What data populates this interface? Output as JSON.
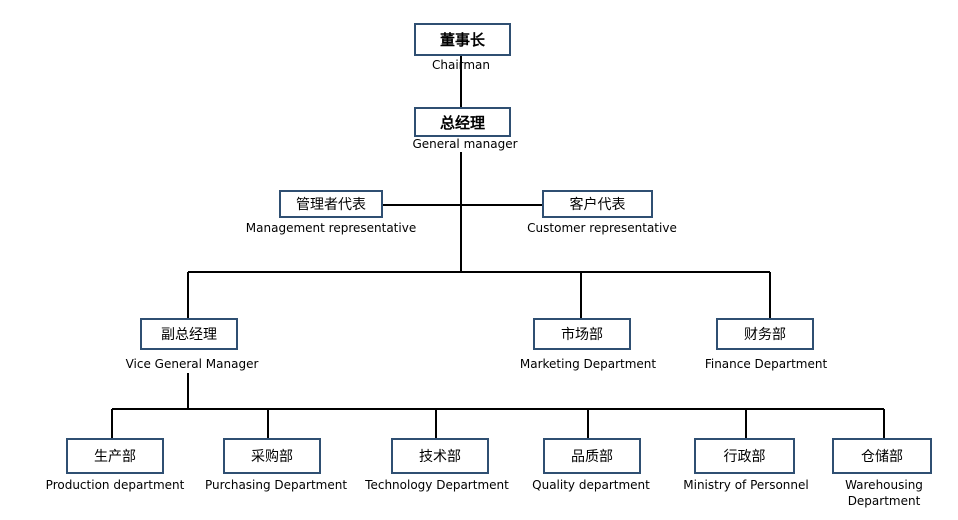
{
  "nodes": {
    "chairman": {
      "zh": "董事长",
      "en": "Chairman"
    },
    "general_manager": {
      "zh": "总经理",
      "en": "General manager"
    },
    "management_rep": {
      "zh": "管理者代表",
      "en": "Management representative"
    },
    "customer_rep": {
      "zh": "客户代表",
      "en": "Customer representative"
    },
    "vice_gm": {
      "zh": "副总经理",
      "en": "Vice General Manager"
    },
    "marketing": {
      "zh": "市场部",
      "en": "Marketing Department"
    },
    "finance": {
      "zh": "财务部",
      "en": "Finance Department"
    },
    "production": {
      "zh": "生产部",
      "en": "Production department"
    },
    "purchasing": {
      "zh": "采购部",
      "en": "Purchasing Department"
    },
    "technology": {
      "zh": "技术部",
      "en": "Technology Department"
    },
    "quality": {
      "zh": "品质部",
      "en": "Quality department"
    },
    "personnel": {
      "zh": "行政部",
      "en": "Ministry of Personnel"
    },
    "warehousing": {
      "zh": "仓储部",
      "en": "Warehousing Department"
    }
  },
  "colors": {
    "box_border": "#2f4f72",
    "line": "#000000"
  }
}
